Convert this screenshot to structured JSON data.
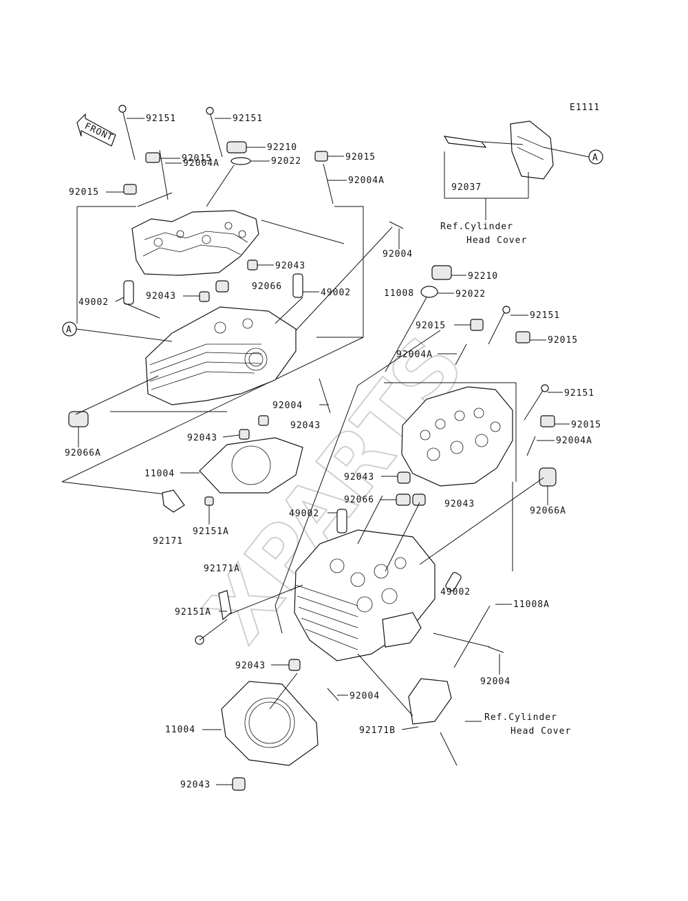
{
  "code": "E1111",
  "front": "FRONT",
  "watermark": "XPARTS",
  "ref_labels": [
    {
      "l1": "Ref.Cylinder",
      "l2": "Head Cover"
    },
    {
      "l1": "Ref.Cylinder",
      "l2": "Head Cover"
    }
  ],
  "callout": "A",
  "labels": [
    "92151",
    "92151",
    "92015",
    "92210",
    "92022",
    "92015",
    "92004A",
    "92004A",
    "92015",
    "92004",
    "92043",
    "92066",
    "49002",
    "49002",
    "92043",
    "92037",
    "11008",
    "92210",
    "92022",
    "92151",
    "92015",
    "92015",
    "92004A",
    "92151",
    "92015",
    "92004A",
    "92004",
    "92043",
    "92066A",
    "11004",
    "92043",
    "92043",
    "92066",
    "92043",
    "49002",
    "92066A",
    "92171",
    "92151A",
    "92171A",
    "49002",
    "92151A",
    "11008A",
    "92043",
    "92004",
    "92004",
    "92171B",
    "11004",
    "92043"
  ]
}
